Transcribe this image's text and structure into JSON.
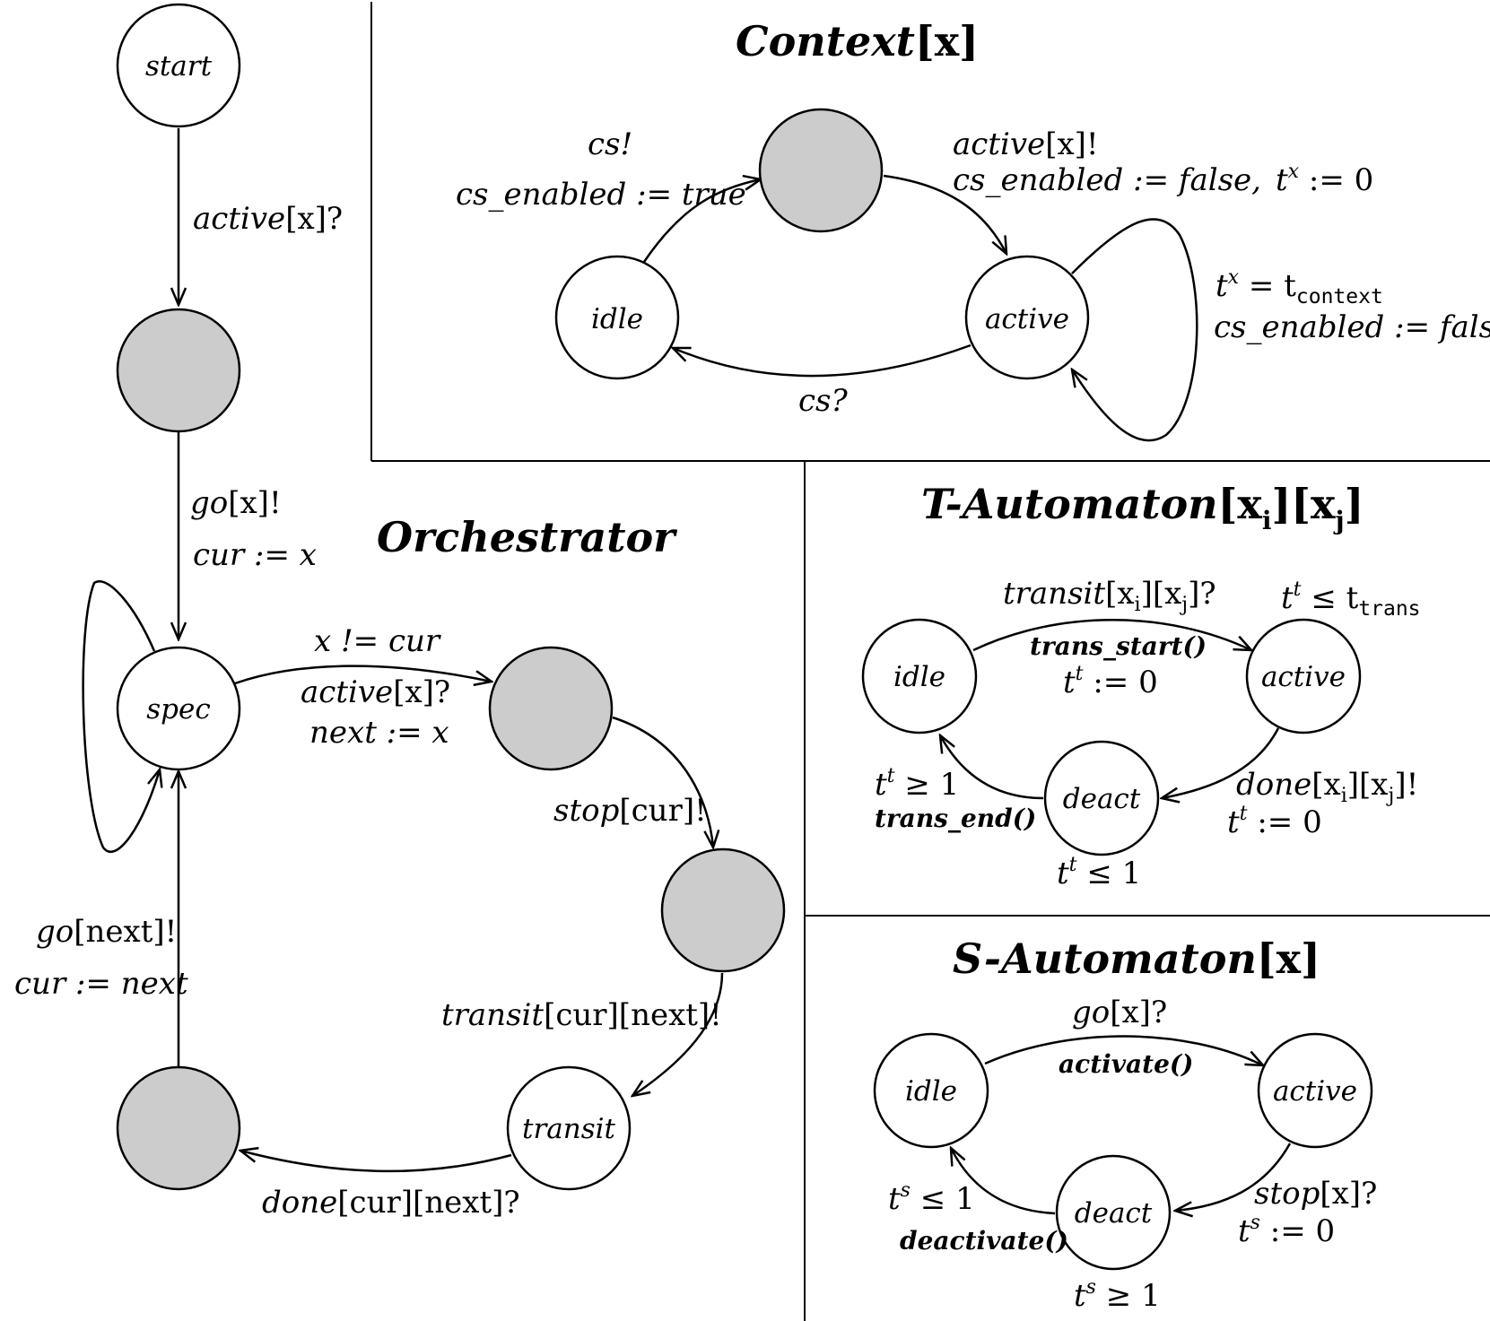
{
  "colors": {
    "state_fill": "#ffffff",
    "intermediate_fill": "#cccccc",
    "stroke": "#000000"
  },
  "context": {
    "title_main": "Context",
    "title_param": "[x]",
    "states": {
      "idle": "idle",
      "active": "active"
    },
    "edge_idle_mid": {
      "l1": "cs!",
      "l2": "cs_enabled := true"
    },
    "edge_mid_active": {
      "l1_it": "active",
      "l1_rm": "[x]!",
      "l2_a": "cs_enabled := false,",
      "l2_t": "t",
      "l2_sup": "x",
      "l2_rest": " := 0"
    },
    "self_loop": {
      "t": "t",
      "sup": "x",
      "eq": " = t",
      "sub": "context",
      "l2": "cs_enabled := false"
    },
    "edge_active_idle": "cs?"
  },
  "orchestrator": {
    "title": "Orchestrator",
    "states": {
      "start": "start",
      "spec": "spec",
      "transit": "transit"
    },
    "edge_start": {
      "it": "active",
      "rm": "[x]?"
    },
    "edge_go": {
      "it": "go",
      "rm": "[x]!",
      "l2": "cur := x"
    },
    "edge_spec_out": {
      "l1": "x != cur",
      "l2_it": "active",
      "l2_rm": "[x]?",
      "l3": "next := x"
    },
    "edge_stop": {
      "it": "stop",
      "rm": "[cur]!"
    },
    "edge_transit": {
      "it": "transit",
      "rm": "[cur][next]!"
    },
    "edge_done": {
      "it": "done",
      "rm": "[cur][next]?"
    },
    "edge_go_next": {
      "it": "go",
      "rm": "[next]!",
      "l2": "cur := next"
    }
  },
  "t_automaton": {
    "title_main": "T-Automaton",
    "title_p1": "[x",
    "title_s1": "i",
    "title_p2": "][x",
    "title_s2": "j",
    "title_p3": "]",
    "states": {
      "idle": "idle",
      "active": "active",
      "deact": "deact"
    },
    "edge_top": {
      "it": "transit",
      "rm_a": "[x",
      "s1": "i",
      "rm_b": "][x",
      "s2": "j",
      "rm_c": "]?",
      "action": "trans_start()",
      "t": "t",
      "sup": "t",
      "assign": " := 0"
    },
    "invariant_active": {
      "t": "t",
      "sup": "t",
      "rel": " ≤ t",
      "sub": "trans"
    },
    "edge_active_deact": {
      "it": "done",
      "rm_a": "[x",
      "s1": "i",
      "rm_b": "][x",
      "s2": "j",
      "rm_c": "]!",
      "t": "t",
      "sup": "t",
      "assign": " := 0"
    },
    "edge_deact_idle": {
      "t": "t",
      "sup": "t",
      "rel": " ≥ 1",
      "action": "trans_end()"
    },
    "invariant_deact": {
      "t": "t",
      "sup": "t",
      "rel": " ≤ 1"
    }
  },
  "s_automaton": {
    "title_main": "S-Automaton",
    "title_param": "[x]",
    "states": {
      "idle": "idle",
      "active": "active",
      "deact": "deact"
    },
    "edge_top": {
      "it": "go",
      "rm": "[x]?",
      "action": "activate()"
    },
    "edge_active_deact": {
      "it": "stop",
      "rm": "[x]?",
      "t": "t",
      "sup": "s",
      "assign": " := 0"
    },
    "edge_deact_idle": {
      "t": "t",
      "sup": "s",
      "rel": " ≤ 1",
      "action": "deactivate()"
    },
    "invariant_deact": {
      "t": "t",
      "sup": "s",
      "rel": " ≥ 1"
    }
  }
}
